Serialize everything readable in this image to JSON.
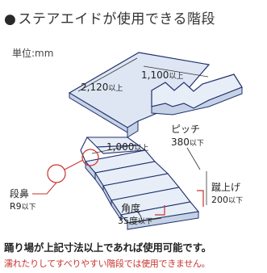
{
  "title": "ステアエイドが使用できる階段",
  "title_bullet": "●",
  "unit_label": "単位:mm",
  "dimensions": {
    "landing_width": {
      "value": "1,100",
      "suffix": "以上"
    },
    "landing_depth": {
      "value": "2,120",
      "suffix": "以上"
    },
    "stair_width": {
      "value": "1,000",
      "suffix": "以上"
    }
  },
  "labels": {
    "pitch": {
      "name": "ピッチ",
      "value": "380",
      "suffix": "以下"
    },
    "nosing": {
      "name": "段鼻",
      "value": "R9",
      "suffix": "以下"
    },
    "angle": {
      "name": "角度",
      "value": "35度",
      "suffix": "以下"
    },
    "rise": {
      "name": "蹴上げ",
      "value": "200",
      "suffix": "以下"
    }
  },
  "notes": {
    "line1": "踊り場が上記寸法以上であれば使用可能です。",
    "line2": "濡れたりしてすべりやすい階段では使用できません。"
  },
  "colors": {
    "stair_fill": "#dde6f2",
    "stair_side": "#c6d3e6",
    "stair_stroke": "#1f2f6e",
    "dim_line": "#333333",
    "highlight": "#c8322e",
    "warning_text": "#c8322e"
  }
}
